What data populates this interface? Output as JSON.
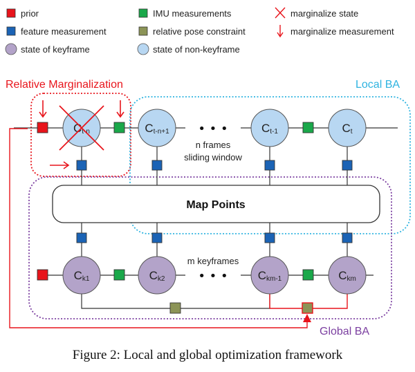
{
  "legend": {
    "prior": "prior",
    "feature_measurement": "feature measurement",
    "state_of_keyframe": "state of keyframe",
    "imu_measurements": "IMU measurements",
    "relative_pose_constraint": "relative pose constraint",
    "state_of_non_keyframe": "state of non-keyframe",
    "marginalize_state": "marginalize state",
    "marginalize_measurement": "marginalize measurement"
  },
  "regions": {
    "relative_marginalization": "Relative Marginalization",
    "local_ba": "Local BA",
    "global_ba": "Global BA"
  },
  "map_points": "Map Points",
  "notes": {
    "n_frames": "n frames",
    "sliding_window": "sliding window",
    "m_keyframes": "m keyframes",
    "ellipsis": "• • •"
  },
  "nodes": {
    "c_t_minus_n": {
      "base": "C",
      "sub": "t-n"
    },
    "c_t_minus_n_plus_1": {
      "base": "C",
      "sub": "t-n+1"
    },
    "c_t_minus_1": {
      "base": "C",
      "sub": "t-1"
    },
    "c_t": {
      "base": "C",
      "sub": "t"
    },
    "c_k1": {
      "base": "C",
      "sub": "k1"
    },
    "c_k2": {
      "base": "C",
      "sub": "k2"
    },
    "c_km_minus_1": {
      "base": "C",
      "sub": "km-1"
    },
    "c_km": {
      "base": "C",
      "sub": "km"
    }
  },
  "caption": "Figure 2: Local and global optimization framework",
  "colors": {
    "prior": "#e8141b",
    "feature": "#1b63b5",
    "imu": "#1aa84a",
    "relative_pose": "#8c9457",
    "keyframe": "#b3a3c9",
    "non_keyframe": "#b8d7f2",
    "marginalize": "#e8141b",
    "local_ba": "#2eb3e0",
    "global_ba": "#7b3fa0",
    "relative_marg": "#e8141b"
  }
}
